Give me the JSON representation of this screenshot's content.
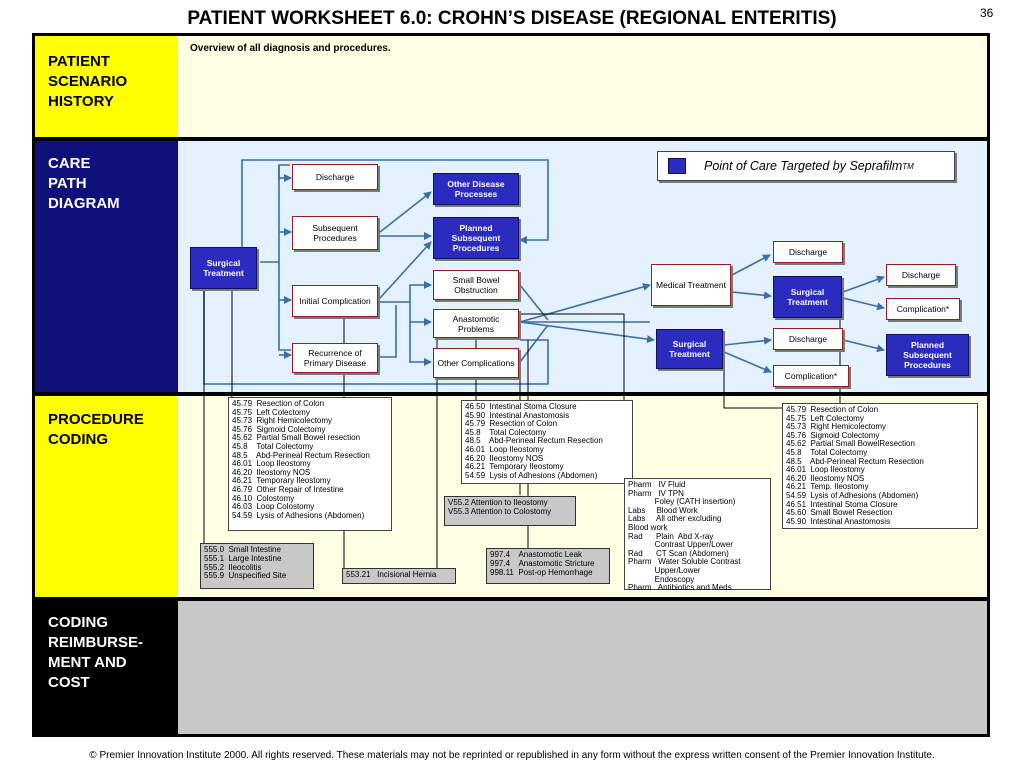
{
  "title": "PATIENT WORKSHEET 6.0:  CROHN’S DISEASE (REGIONAL ENTERITIS)",
  "page_number": "36",
  "colors": {
    "navy": "#10107a",
    "yellow": "#ffff00",
    "cream": "#ffffe4",
    "lightblue": "#e4f2ff",
    "gray": "#c8c8c8",
    "boxblue": "#2b2bc0"
  },
  "sections": {
    "patient_scenario_lines": [
      "PATIENT",
      "SCENARIO",
      "HISTORY"
    ],
    "care_path_lines": [
      "CARE",
      "PATH",
      "DIAGRAM"
    ],
    "procedure_coding_lines": [
      "PROCEDURE",
      "CODING"
    ],
    "reimbursement_lines": [
      "CODING",
      "REIMBURSE-",
      "MENT AND",
      "COST"
    ]
  },
  "scenario_text": "Overview of all diagnosis and procedures.",
  "legend": {
    "text": "Point of Care Targeted by Seprafilm",
    "tm": "TM"
  },
  "nodes": {
    "surgical_treatment_1": "Surgical Treatment",
    "discharge_1": "Discharge",
    "subsequent_procedures": "Subsequent Procedures",
    "initial_complication": "Initial Complication",
    "recurrence": "Recurrence of Primary Disease",
    "other_disease": "Other Disease Processes",
    "planned_subsequent_1": "Planned Subsequent Procedures",
    "small_bowel_obstruction": "Small Bowel Obstruction",
    "anastomotic_problems": "Anastomotic Problems",
    "other_complications": "Other Complications",
    "medical_treatment": "Medical Treatment",
    "surgical_treatment_2": "Surgical Treatment",
    "discharge_2": "Discharge",
    "surgical_treatment_3": "Surgical Treatment",
    "discharge_3": "Discharge",
    "discharge_4": "Discharge",
    "complication_1": "Complication*",
    "complication_2": "Complication*",
    "planned_subsequent_2": "Planned Subsequent Procedures"
  },
  "codes": {
    "surgical_list_1": [
      "45.79  Resection of Colon",
      "45.75  Left Colectomy",
      "45.73  Right Hemicolectomy",
      "45.76  Sigmoid Colectomy",
      "45.62  Partial Small Bowel resection",
      "45.8    Total Colectomy",
      "48.5    Abd-Perineal Rectum Resection",
      "46.01  Loop Ileostomy",
      "46.20  Ileostomy NOS",
      "46.21  Temporary Ileostomy",
      "46.79  Other Repair of Intestine",
      "46.10  Colostomy",
      "46.03  Loop Colostomy",
      "54.59  Lysis of Adhesions (Abdomen)"
    ],
    "procedures_list_2": [
      "46.50  Intestinal Stoma Closure",
      "45.90  Intestinal Anastomosis",
      "45.79  Resection of Colon",
      "45.8    Total Colectomy",
      "48.5    Abd-Perineal Rectum Resection",
      "46.01  Loop Ileostomy",
      "46.20  Ileostomy NOS",
      "46.21  Temporary Ileostomy",
      "54.59  Lysis of Adhesions (Abdomen)"
    ],
    "medical_list": [
      "Pharm   IV Fluid",
      "Pharm   IV TPN",
      "            Foley (CATH insertion)",
      "Labs     Blood Work",
      "Labs     All other excluding",
      "Blood work",
      "Rad      Plain  Abd X-ray",
      "            Contrast Upper/Lower",
      "Rad      CT Scan (Abdomen)",
      "Pharm   Water Soluble Contrast",
      "            Upper/Lower",
      "            Endoscopy",
      "Pharm   Antibiotics and Meds"
    ],
    "surgical_list_3": [
      "45.79  Resection of Colon",
      "45.75  Left Colectomy",
      "45.73  Right Hemicolectomy",
      "45.76  Sigmoid Colectomy",
      "45.62  Partial Small BowelResection",
      "45.8    Total Colectomy",
      "48.5    Abd-Perineal Rectum Resection",
      "46.01  Loop Ileostomy",
      "46.20  Ileostomy NOS",
      "46.21  Temp. Ileostomy",
      "54.59  Lysis of Adhesions (Abdomen)",
      "46.51  Intestinal Stoma Closure",
      "45.60  Small Bowel Resection",
      "45.90  Intestinal Anastomosis"
    ],
    "diagnosis_list": [
      "555.0  Small Intestine",
      "555.1  Large Intestine",
      "555.2  Ileocolitis",
      "555.9  Unspecified Site"
    ],
    "hernia": [
      "553.21   Incisional Hernia"
    ],
    "attention": [
      "V55.2 Attention to Ileostomy",
      "V55.3 Attention to Colostomy"
    ],
    "anastomotic": [
      "997.4    Anastomotic Leak",
      "997.4    Anastomotic Stricture",
      "998.11  Post-op Hemorrhage"
    ]
  },
  "footer": "© Premier Innovation Institute 2000.  All rights reserved. These materials may not be reprinted or republished in any form without the express written consent of the Premier Innovation Institute."
}
